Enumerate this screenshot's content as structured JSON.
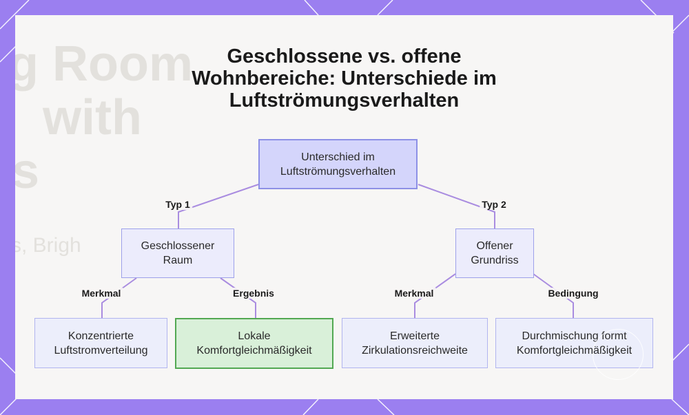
{
  "title_lines": [
    "Geschlossene vs. offene",
    "Wohnbereiche: Unterschiede im",
    "Luftströmungsverhalten"
  ],
  "background_text": [
    "g Room",
    "with",
    "s",
    "s, Brigh"
  ],
  "nodes": {
    "root": [
      "Unterschied im",
      "Luftströmungsverhalten"
    ],
    "closed": [
      "Geschlossener",
      "Raum"
    ],
    "open": [
      "Offener",
      "Grundriss"
    ],
    "closed_feature": [
      "Konzentrierte",
      "Luftstromverteilung"
    ],
    "closed_result": [
      "Lokale",
      "Komfortgleichmäßigkeit"
    ],
    "open_feature": [
      "Erweiterte",
      "Zirkulationsreichweite"
    ],
    "open_condition": [
      "Durchmischung formt",
      "Komfortgleichmäßigkeit"
    ]
  },
  "edge_labels": {
    "type1": "Typ 1",
    "type2": "Typ 2",
    "closed_feature": "Merkmal",
    "closed_result": "Ergebnis",
    "open_feature": "Merkmal",
    "open_condition": "Bedingung"
  },
  "colors": {
    "frame": "#9b7ff0",
    "card": "#f7f6f5",
    "edge": "#a98ce0",
    "root_fill": "#d4d5fb",
    "node_fill": "#ececfc",
    "highlight_fill": "#d9f0d9",
    "highlight_border": "#52a852"
  }
}
